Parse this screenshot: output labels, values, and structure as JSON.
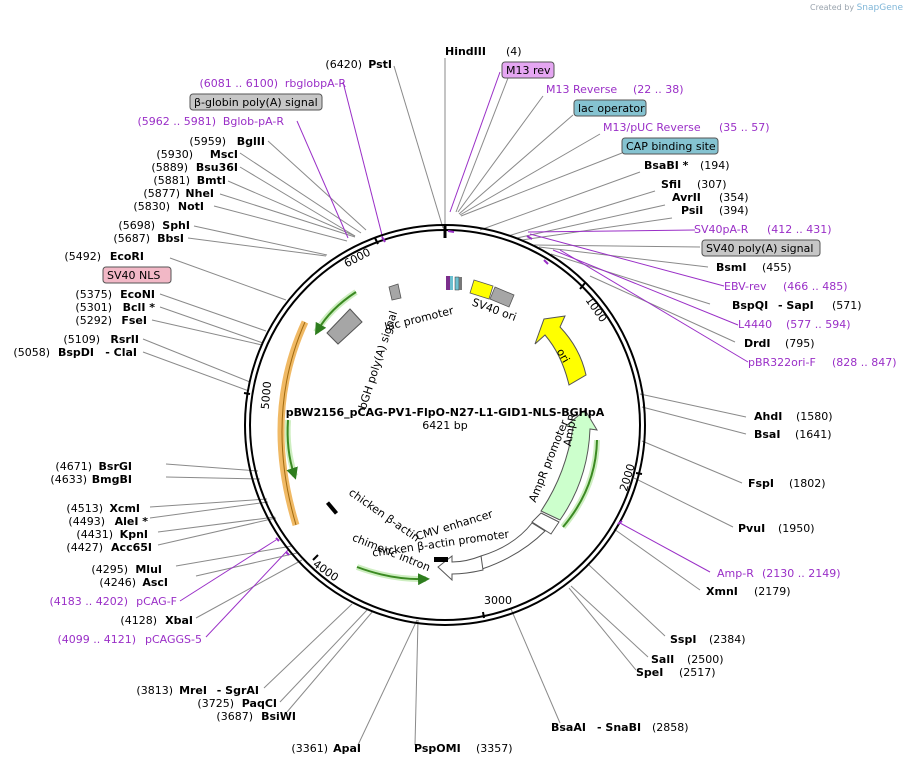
{
  "header": {
    "created_by": "Created by",
    "brand": "SnapGene"
  },
  "plasmid": {
    "name": "pBW2156_pCAG-PV1-FlpO-N27-L1-GID1-NLS-BGHpA",
    "size": "6421 bp",
    "ticks": [
      "1000",
      "2000",
      "3000",
      "4000",
      "5000",
      "6000"
    ]
  },
  "features": {
    "lac_promoter": "lac promoter",
    "sv40_ori": "SV40 ori",
    "ori": "ori",
    "ampr": "AmpR",
    "ampr_promoter": "AmpR promoter",
    "cmv_enhancer": "CMV enhancer",
    "cba_promoter": "chicken β-actin promoter",
    "chimeric_intron": "chimeric intron",
    "bgh_signal": "bGH poly(A) signal"
  },
  "colors": {
    "primer": "#9a2fc7",
    "ori": "#ffff00",
    "ampr": "#ccffcc",
    "gray_feature": "#a6a6a6",
    "green_arrow": "#7ab648",
    "orange_arc": "#f0b964"
  },
  "labels": {
    "hindiii": "HindIII",
    "hindiii_pos": "(4)",
    "m13rev_box": "M13 rev",
    "m13reverse": "M13 Reverse",
    "m13reverse_pos": "(22 .. 38)",
    "lac_operator": "lac operator",
    "m13puc": "M13/pUC Reverse",
    "m13puc_pos": "(35 .. 57)",
    "cap": "CAP binding site",
    "bsabi": "BsaBI *",
    "bsabi_pos": "(194)",
    "sfii": "SfiI",
    "sfii_pos": "(307)",
    "avrii": "AvrII",
    "avrii_pos": "(354)",
    "psii": "PsiI",
    "psii_pos": "(394)",
    "sv40pa": "SV40pA-R",
    "sv40pa_pos": "(412 .. 431)",
    "sv40polya": "SV40 poly(A) signal",
    "bsmi": "BsmI",
    "bsmi_pos": "(455)",
    "ebv": "EBV-rev",
    "ebv_pos": "(466 .. 485)",
    "bspqi": "BspQI",
    "sapi": "- SapI",
    "bspqi_pos": "(571)",
    "l4440": "L4440",
    "l4440_pos": "(577 .. 594)",
    "drdi": "DrdI",
    "drdi_pos": "(795)",
    "pbr": "pBR322ori-F",
    "pbr_pos": "(828 .. 847)",
    "ahdi": "AhdI",
    "ahdi_pos": "(1580)",
    "bsai": "BsaI",
    "bsai_pos": "(1641)",
    "fspi": "FspI",
    "fspi_pos": "(1802)",
    "pvui": "PvuI",
    "pvui_pos": "(1950)",
    "ampr_primer": "Amp-R",
    "ampr_primer_pos": "(2130 .. 2149)",
    "xmni": "XmnI",
    "xmni_pos": "(2179)",
    "sspi": "SspI",
    "sspi_pos": "(2384)",
    "sali": "SalI",
    "sali_pos": "(2500)",
    "spei": "SpeI",
    "spei_pos": "(2517)",
    "bsaai": "BsaAI",
    "snabi": "- SnaBI",
    "bsaai_pos": "(2858)",
    "pspomi": "PspOMI",
    "pspomi_pos": "(3357)",
    "apai": "ApaI",
    "apai_pos": "(3361)",
    "bsiwi": "BsiWI",
    "bsiwi_pos": "(3687)",
    "paqci": "PaqCI",
    "paqci_pos": "(3725)",
    "mrei": "MreI",
    "sgrai": "- SgrAI",
    "mrei_pos": "(3813)",
    "pcaggs": "pCAGGS-5",
    "pcaggs_pos": "(4099 .. 4121)",
    "xbai": "XbaI",
    "xbai_pos": "(4128)",
    "pcagf": "pCAG-F",
    "pcagf_pos": "(4183 .. 4202)",
    "asci": "AscI",
    "asci_pos": "(4246)",
    "mlui": "MluI",
    "mlui_pos": "(4295)",
    "acc65i": "Acc65I",
    "acc65i_pos": "(4427)",
    "kpni": "KpnI",
    "kpni_pos": "(4431)",
    "alei": "AleI *",
    "alei_pos": "(4493)",
    "xcmi": "XcmI",
    "xcmi_pos": "(4513)",
    "bmgbi": "BmgBI",
    "bmgbi_pos": "(4633)",
    "bsrgi": "BsrGI",
    "bsrgi_pos": "(4671)",
    "bspdi": "BspDI",
    "clai": "- ClaI",
    "bspdi_pos": "(5058)",
    "rsrii": "RsrII",
    "rsrii_pos": "(5109)",
    "fsei": "FseI",
    "fsei_pos": "(5292)",
    "bcli": "BclI *",
    "bcli_pos": "(5301)",
    "econi": "EcoNI",
    "econi_pos": "(5375)",
    "sv40nls": "SV40 NLS",
    "ecori": "EcoRI",
    "ecori_pos": "(5492)",
    "bbsi": "BbsI",
    "bbsi_pos": "(5687)",
    "sphi": "SphI",
    "sphi_pos": "(5698)",
    "noti": "NotI",
    "noti_pos": "(5830)",
    "nhei": "NheI",
    "nhei_pos": "(5877)",
    "bmti": "BmtI",
    "bmti_pos": "(5881)",
    "bsu36i": "Bsu36I",
    "bsu36i_pos": "(5889)",
    "msci": "MscI",
    "msci_pos": "(5930)",
    "bglii": "BglII",
    "bglii_pos": "(5959)",
    "bglob": "Bglob-pA-R",
    "bglob_pos": "(5962 .. 5981)",
    "bglobin": "β-globin poly(A) signal",
    "rbglob": "rbglobpA-R",
    "rbglob_pos": "(6081 .. 6100)",
    "psti": "PstI",
    "psti_pos": "(6420)"
  }
}
